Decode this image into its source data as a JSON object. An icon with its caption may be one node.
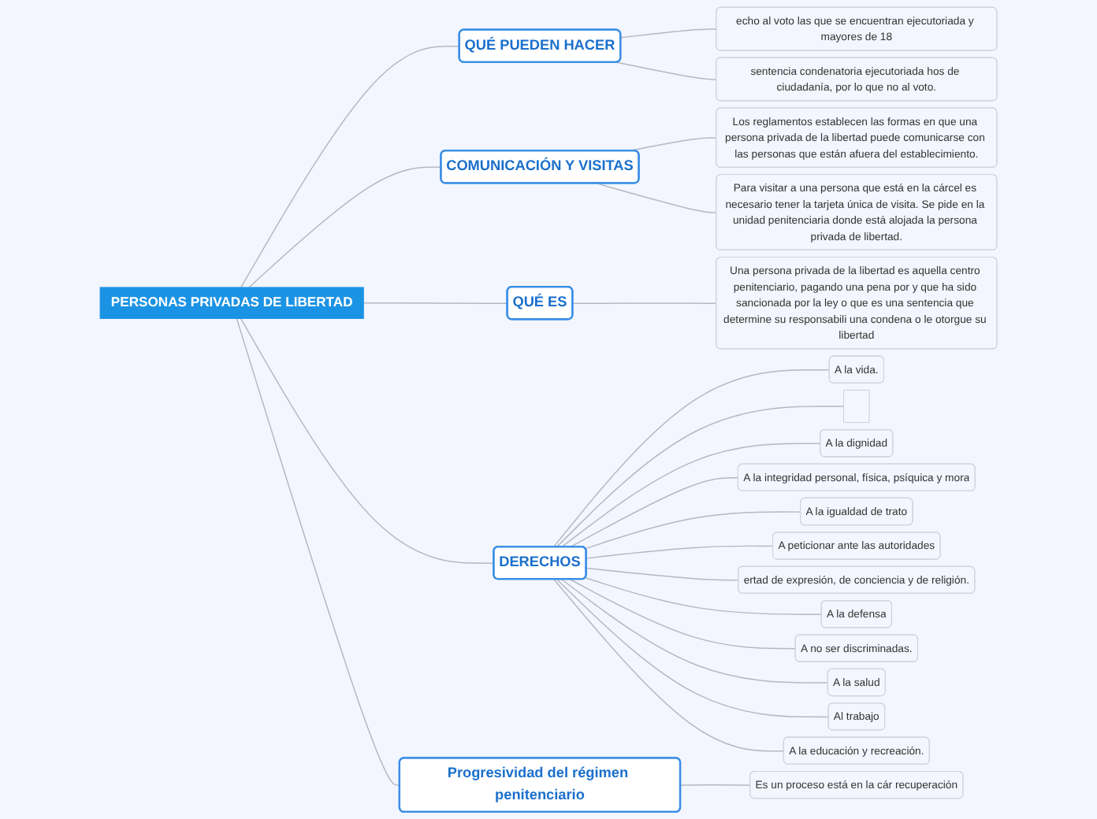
{
  "diagram": {
    "nodes": [
      {
        "text": [
          "PERSONAS PRIVADAS DE LIBERTAD"
        ]
      },
      {
        "text": [
          "QUÉ PUEDEN HACER"
        ]
      },
      {
        "text": [
          "echo al voto las que se encuentran ejecutoriada y mayores de 18"
        ]
      },
      {
        "text": [
          "sentencia condenatoria ejecutoriada hos de ciudadanía, por lo que no al voto."
        ]
      },
      {
        "text": [
          "COMUNICACIÓN Y VISITAS"
        ]
      },
      {
        "text": [
          "Los reglamentos establecen las formas en que una persona privada de la libertad puede comunicarse con las personas que están afuera del establecimiento."
        ]
      },
      {
        "text": [
          "Para visitar a una persona que está en la cárcel es necesario tener la tarjeta única de visita. Se pide en la unidad penitenciaria donde está alojada la persona privada de libertad."
        ]
      },
      {
        "text": [
          "QUÉ ES"
        ]
      },
      {
        "text": [
          "Una persona privada de la libertad es aquella centro penitenciario, pagando una pena por y que ha sido sancionada por la ley o que es una sentencia que determine su responsabili una condena o le otorgue su libertad"
        ]
      },
      {
        "text": [
          "DERECHOS"
        ]
      },
      {
        "text": [
          "A la vida."
        ]
      },
      {
        "text": [],
        "shape": "bar"
      },
      {
        "text": [
          "A la dignidad"
        ]
      },
      {
        "text": [
          "A la integridad personal, física, psíquica y mora"
        ]
      },
      {
        "text": [
          "A la igualdad de trato"
        ]
      },
      {
        "text": [
          "A peticionar ante las autoridades"
        ]
      },
      {
        "text": [
          "ertad de expresión, de conciencia y de religión."
        ]
      },
      {
        "text": [
          "A la defensa"
        ]
      },
      {
        "text": [
          "A no ser discriminadas."
        ]
      },
      {
        "text": [
          "A la salud"
        ]
      },
      {
        "text": [
          "Al trabajo"
        ]
      },
      {
        "text": [
          "A la educación y recreación."
        ]
      },
      {
        "text": [
          "Progresividad del régimen penitenciario"
        ]
      },
      {
        "text": [
          "Es un proceso está en la cár recuperación"
        ]
      }
    ],
    "edges": [
      {
        "from": 0,
        "to": 1,
        "arrow": "none"
      },
      {
        "from": 1,
        "to": 2,
        "arrow": "none"
      },
      {
        "from": 1,
        "to": 3,
        "arrow": "none"
      },
      {
        "from": 0,
        "to": 4,
        "arrow": "none"
      },
      {
        "from": 4,
        "to": 5,
        "arrow": "none"
      },
      {
        "from": 4,
        "to": 6,
        "arrow": "none"
      },
      {
        "from": 0,
        "to": 7,
        "arrow": "none"
      },
      {
        "from": 7,
        "to": 8,
        "arrow": "none"
      },
      {
        "from": 0,
        "to": 9,
        "arrow": "none"
      },
      {
        "from": 9,
        "to": 10,
        "arrow": "none"
      },
      {
        "from": 9,
        "to": 11,
        "arrow": "none"
      },
      {
        "from": 9,
        "to": 12,
        "arrow": "none"
      },
      {
        "from": 9,
        "to": 13,
        "arrow": "none"
      },
      {
        "from": 9,
        "to": 14,
        "arrow": "none"
      },
      {
        "from": 9,
        "to": 15,
        "arrow": "none"
      },
      {
        "from": 9,
        "to": 16,
        "arrow": "none"
      },
      {
        "from": 9,
        "to": 17,
        "arrow": "none"
      },
      {
        "from": 9,
        "to": 18,
        "arrow": "none"
      },
      {
        "from": 9,
        "to": 19,
        "arrow": "none"
      },
      {
        "from": 9,
        "to": 20,
        "arrow": "none"
      },
      {
        "from": 9,
        "to": 21,
        "arrow": "none"
      },
      {
        "from": 0,
        "to": 22,
        "arrow": "none"
      },
      {
        "from": 22,
        "to": 23,
        "arrow": "none"
      }
    ]
  }
}
